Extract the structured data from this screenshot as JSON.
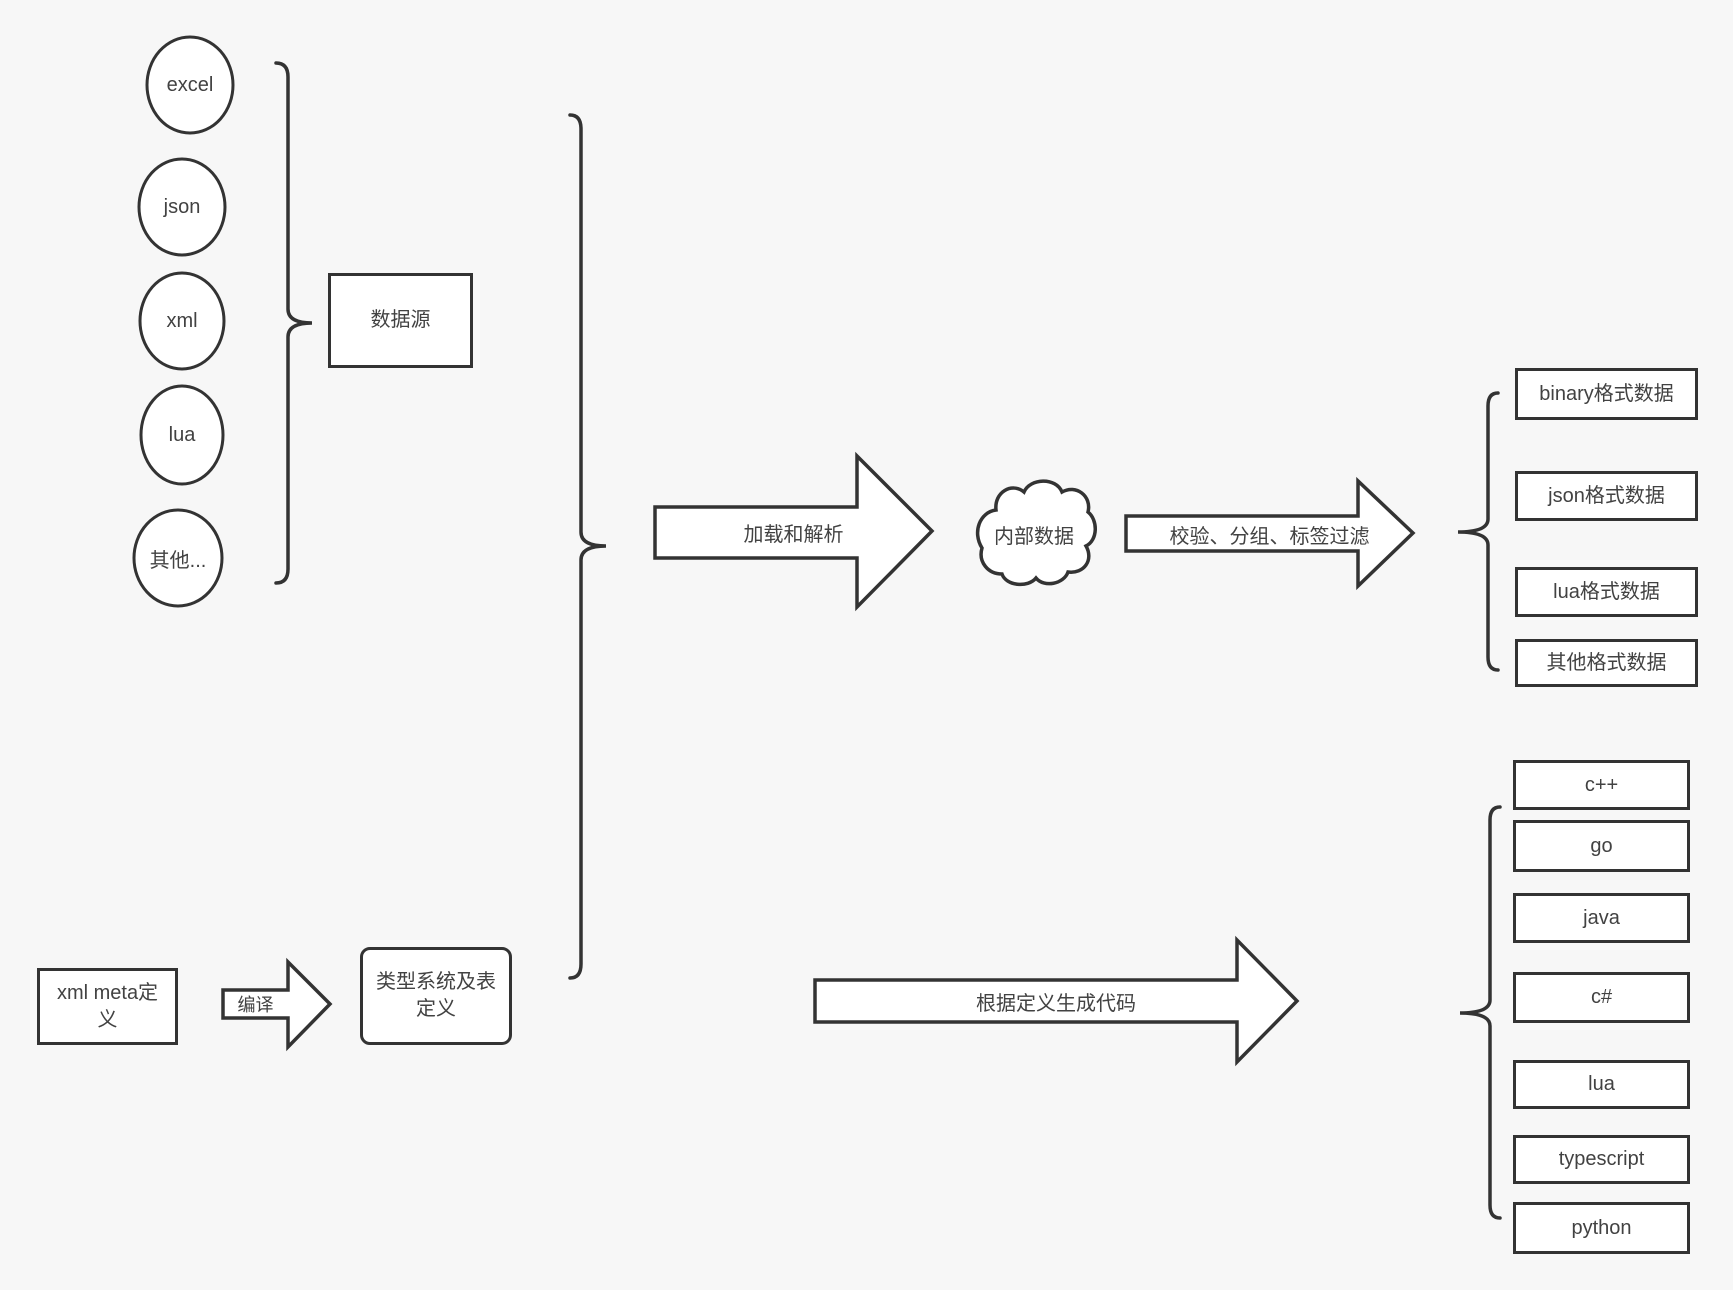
{
  "colors": {
    "background": "#f7f7f7",
    "stroke": "#333333",
    "shape_fill": "#ffffff",
    "text": "#424242"
  },
  "sources": {
    "items": [
      "excel",
      "json",
      "xml",
      "lua",
      "其他..."
    ],
    "group_box_label": "数据源"
  },
  "pipeline": {
    "load_arrow_label": "加载和解析",
    "internal_data_label": "内部数据",
    "filter_arrow_label": "校验、分组、标签过滤"
  },
  "outputs": {
    "formats": [
      "binary格式数据",
      "json格式数据",
      "lua格式数据",
      "其他格式数据"
    ]
  },
  "meta_flow": {
    "xml_meta_box_label": "xml meta定义",
    "compile_arrow_label": "编译",
    "type_system_box_label": "类型系统及表定义",
    "codegen_arrow_label": "根据定义生成代码"
  },
  "languages": [
    "c++",
    "go",
    "java",
    "c#",
    "lua",
    "typescript",
    "python"
  ]
}
